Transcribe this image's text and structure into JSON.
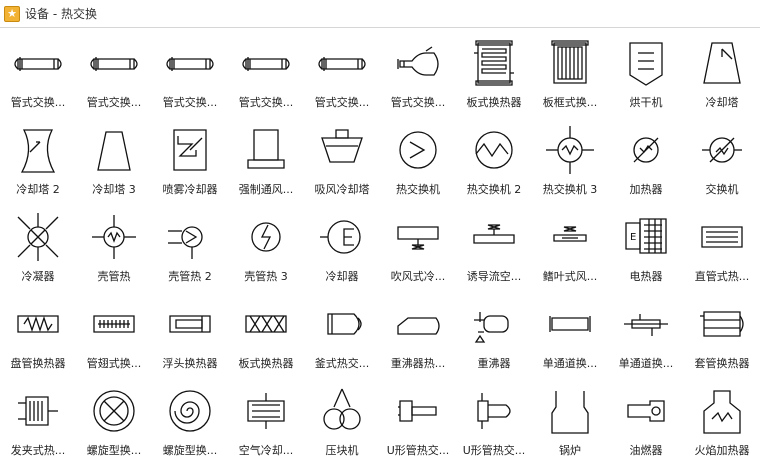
{
  "window": {
    "title": "设备 - 热交换",
    "icon": "star-folder-icon"
  },
  "shapes": [
    {
      "label": "管式交换...",
      "icon": "shell-tube-exchanger-icon"
    },
    {
      "label": "管式交换...",
      "icon": "shell-tube-exchanger-icon"
    },
    {
      "label": "管式交换...",
      "icon": "shell-tube-exchanger-icon"
    },
    {
      "label": "管式交换...",
      "icon": "shell-tube-exchanger-icon"
    },
    {
      "label": "管式交换...",
      "icon": "shell-tube-exchanger-icon"
    },
    {
      "label": "管式交换...",
      "icon": "tube-exchanger-kettle-icon"
    },
    {
      "label": "板式换热器",
      "icon": "plate-exchanger-icon"
    },
    {
      "label": "板框式换...",
      "icon": "plate-frame-exchanger-icon"
    },
    {
      "label": "烘干机",
      "icon": "dryer-icon"
    },
    {
      "label": "冷却塔",
      "icon": "cooling-tower-icon"
    },
    {
      "label": "冷却塔 2",
      "icon": "cooling-tower-hyperbolic-icon"
    },
    {
      "label": "冷却塔 3",
      "icon": "cooling-tower-trapezoid-icon"
    },
    {
      "label": "喷雾冷却器",
      "icon": "spray-cooler-icon"
    },
    {
      "label": "强制通风...",
      "icon": "forced-draft-icon"
    },
    {
      "label": "吸风冷却塔",
      "icon": "induced-draft-tower-icon"
    },
    {
      "label": "热交换机",
      "icon": "heat-exchanger-circle-icon"
    },
    {
      "label": "热交换机 2",
      "icon": "heat-exchanger-zigzag-icon"
    },
    {
      "label": "热交换机 3",
      "icon": "heat-exchanger-arrows-icon"
    },
    {
      "label": "加热器",
      "icon": "heater-icon"
    },
    {
      "label": "交换机",
      "icon": "exchanger-icon"
    },
    {
      "label": "冷凝器",
      "icon": "condenser-icon"
    },
    {
      "label": "壳管热",
      "icon": "shell-tube-heat-icon"
    },
    {
      "label": "壳管热 2",
      "icon": "shell-tube-heat-2-icon"
    },
    {
      "label": "壳管热 3",
      "icon": "shell-tube-heat-3-icon"
    },
    {
      "label": "冷却器",
      "icon": "cooler-icon"
    },
    {
      "label": "吹风式冷...",
      "icon": "blower-cooler-icon"
    },
    {
      "label": "诱导流空...",
      "icon": "induced-air-icon"
    },
    {
      "label": "鳍叶式风...",
      "icon": "fin-fan-icon"
    },
    {
      "label": "电热器",
      "icon": "electric-heater-icon"
    },
    {
      "label": "直管式热...",
      "icon": "straight-tube-icon"
    },
    {
      "label": "盘管换热器",
      "icon": "coil-exchanger-icon"
    },
    {
      "label": "管翅式换...",
      "icon": "finned-tube-icon"
    },
    {
      "label": "浮头换热器",
      "icon": "floating-head-icon"
    },
    {
      "label": "板式换热器",
      "icon": "plate-exchanger-x-icon"
    },
    {
      "label": "釜式热交...",
      "icon": "kettle-exchanger-icon"
    },
    {
      "label": "重沸器热...",
      "icon": "reboiler-heat-icon"
    },
    {
      "label": "重沸器",
      "icon": "reboiler-icon"
    },
    {
      "label": "单通道换...",
      "icon": "single-pass-icon"
    },
    {
      "label": "单通道换...",
      "icon": "single-pass-2-icon"
    },
    {
      "label": "套管换热器",
      "icon": "double-pipe-icon"
    },
    {
      "label": "发夹式热...",
      "icon": "hairpin-exchanger-icon"
    },
    {
      "label": "螺旋型换...",
      "icon": "spiral-exchanger-icon"
    },
    {
      "label": "螺旋型换...",
      "icon": "spiral-exchanger-2-icon"
    },
    {
      "label": "空气冷却...",
      "icon": "air-cooler-icon"
    },
    {
      "label": "压块机",
      "icon": "briquetting-icon"
    },
    {
      "label": "U形管热交...",
      "icon": "u-tube-icon"
    },
    {
      "label": "U形管热交...",
      "icon": "u-tube-2-icon"
    },
    {
      "label": "锅炉",
      "icon": "boiler-icon"
    },
    {
      "label": "油燃器",
      "icon": "oil-burner-icon"
    },
    {
      "label": "火焰加热器",
      "icon": "fired-heater-icon"
    }
  ]
}
